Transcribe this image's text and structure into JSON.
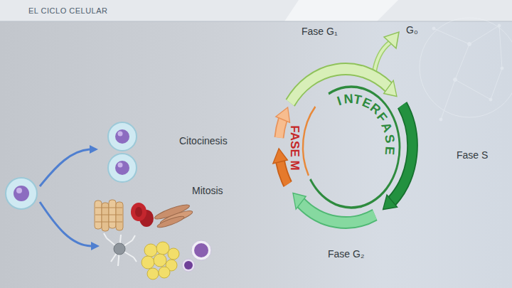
{
  "diagram": {
    "title": "EL CICLO CELULAR",
    "labels": [
      "Fase G₁",
      "G₀",
      "INTERFASE",
      "Fase S",
      "Fase G₂",
      "FASE M",
      "Citocinesis",
      "Mitosis"
    ]
  }
}
